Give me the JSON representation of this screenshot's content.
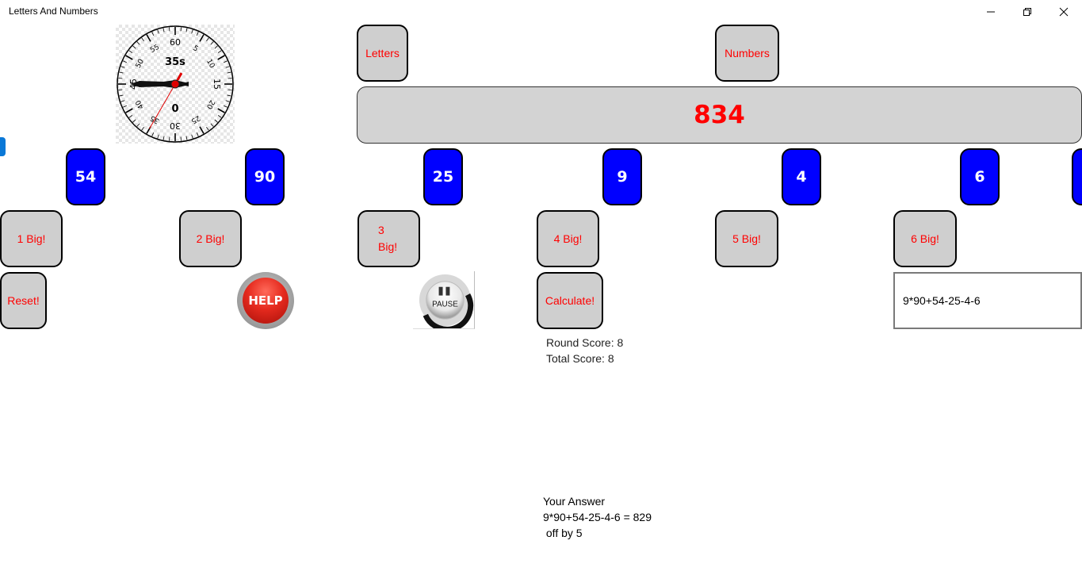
{
  "window": {
    "title": "Letters And Numbers",
    "controls": {
      "minimize": "minimize-icon",
      "maximize": "restore-icon",
      "close": "close-icon"
    }
  },
  "timer": {
    "elapsed_label": "35s",
    "center_label": "0",
    "dial_numbers": [
      "60",
      "5",
      "10",
      "15",
      "20",
      "25",
      "30",
      "35",
      "40",
      "45",
      "50",
      "55"
    ],
    "second_hand_seconds": 35,
    "accent": "#e00000"
  },
  "mode_buttons": {
    "letters": "Letters",
    "numbers": "Numbers"
  },
  "target": {
    "value": "834",
    "color": "#ff0000"
  },
  "tiles": [
    "54",
    "90",
    "25",
    "9",
    "4",
    "6"
  ],
  "big_buttons": [
    "1 Big!",
    "2 Big!",
    "3\nBig!",
    "4 Big!",
    "5 Big!",
    "6 Big!"
  ],
  "actions": {
    "reset": "Reset!",
    "help": "HELP",
    "pause": "PAUSE",
    "calculate": "Calculate!"
  },
  "answer_input": {
    "value": "9*90+54-25-4-6"
  },
  "scores": {
    "round": "Round Score: 8",
    "total": "Total Score: 8"
  },
  "result": {
    "heading": "Your Answer",
    "expression": "9*90+54-25-4-6 = 829",
    "difference": " off by 5"
  },
  "colors": {
    "tile_blue": "#0000ff",
    "button_gray": "#cfcfcf",
    "label_red": "#ff0000"
  }
}
